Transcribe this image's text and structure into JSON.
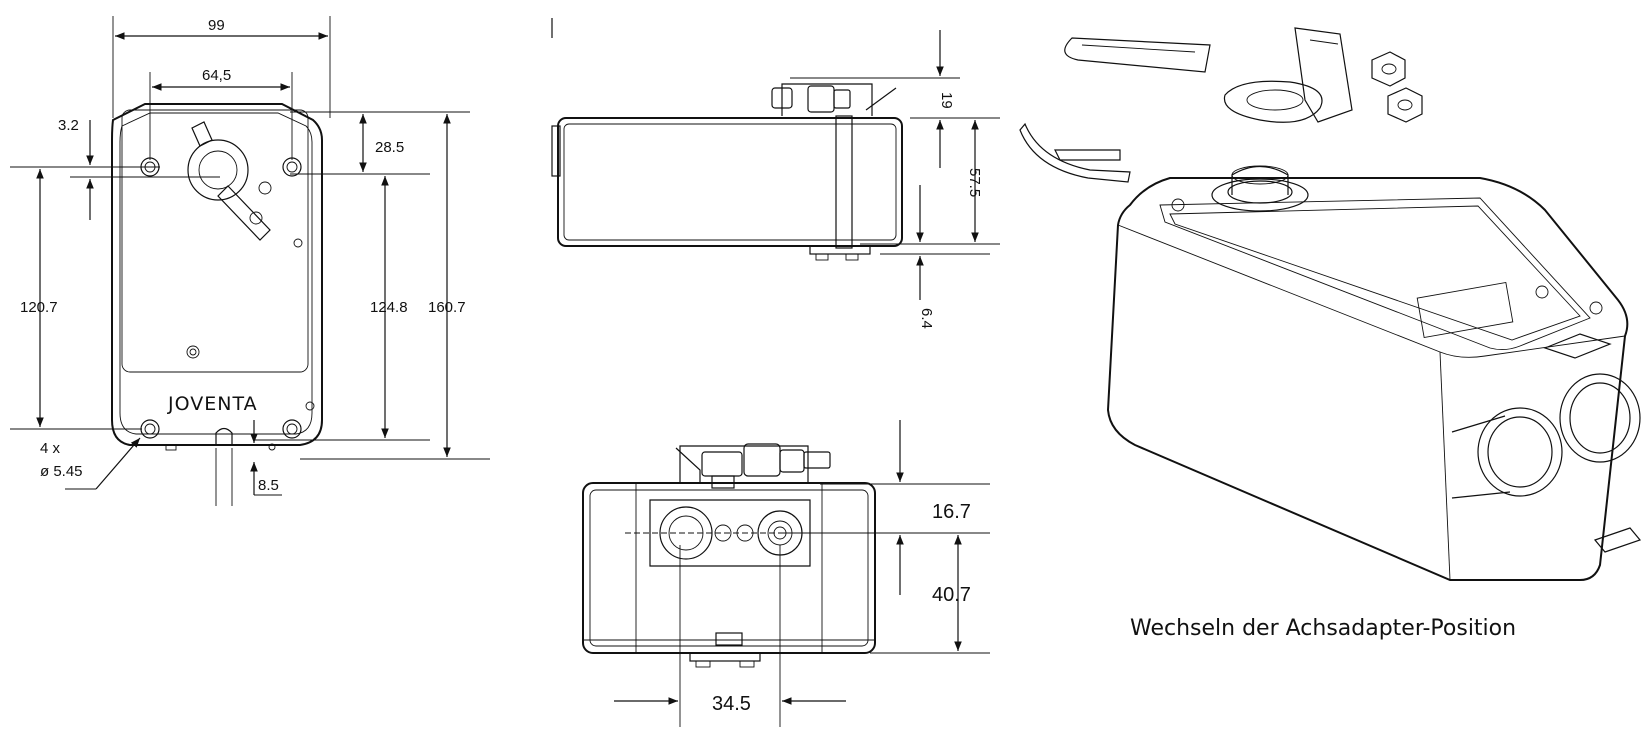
{
  "front_view": {
    "dims": {
      "width_total": "99",
      "hole_spacing": "64,5",
      "offset_small": "3.2",
      "offset_top": "28.5",
      "height_holes": "120.7",
      "height_mid": "124.8",
      "height_total": "160.7",
      "holes_count": "4 x",
      "hole_diameter": "ø 5.45",
      "slot_width": "8.5"
    },
    "logo_text": "JOVENTA"
  },
  "side_view": {
    "dims": {
      "top_height": "19",
      "body_height": "57.5",
      "bottom_height": "6.4"
    }
  },
  "end_view": {
    "dims": {
      "top_offset": "16.7",
      "axis_height": "40.7",
      "axis_spacing": "34.5"
    }
  },
  "iso_view": {
    "caption": "Wechseln der Achsadapter-Position"
  }
}
